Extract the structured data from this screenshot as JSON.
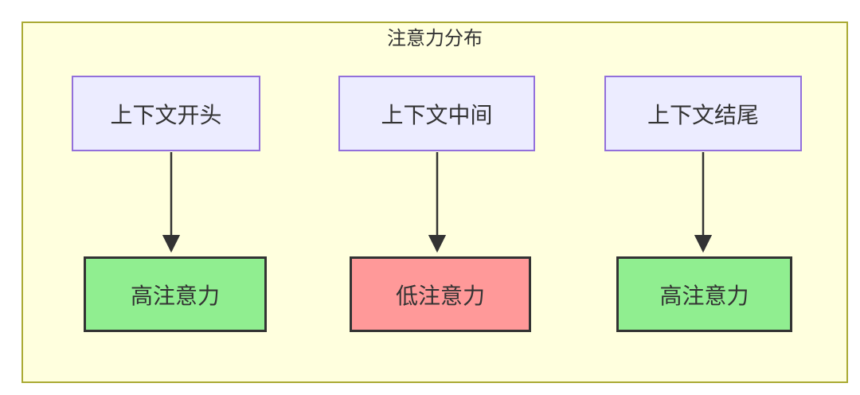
{
  "diagram": {
    "title": "注意力分布",
    "nodes": {
      "sources": [
        {
          "label": "上下文开头"
        },
        {
          "label": "上下文中间"
        },
        {
          "label": "上下文结尾"
        }
      ],
      "results": [
        {
          "label": "高注意力",
          "level": "high"
        },
        {
          "label": "低注意力",
          "level": "low"
        },
        {
          "label": "高注意力",
          "level": "high"
        }
      ]
    },
    "edges": [
      {
        "from": "上下文开头",
        "to": "高注意力"
      },
      {
        "from": "上下文中间",
        "to": "低注意力"
      },
      {
        "from": "上下文结尾",
        "to": "高注意力"
      }
    ],
    "colors": {
      "page_bg": "#ffffff",
      "container_bg": "#ffffde",
      "container_border": "#aaaa33",
      "source_node_bg": "#ececff",
      "source_node_border": "#9370db",
      "high_attention_bg": "#90ee90",
      "low_attention_bg": "#ff9999",
      "result_node_border": "#333333",
      "arrow": "#333333",
      "text": "#333333"
    }
  }
}
